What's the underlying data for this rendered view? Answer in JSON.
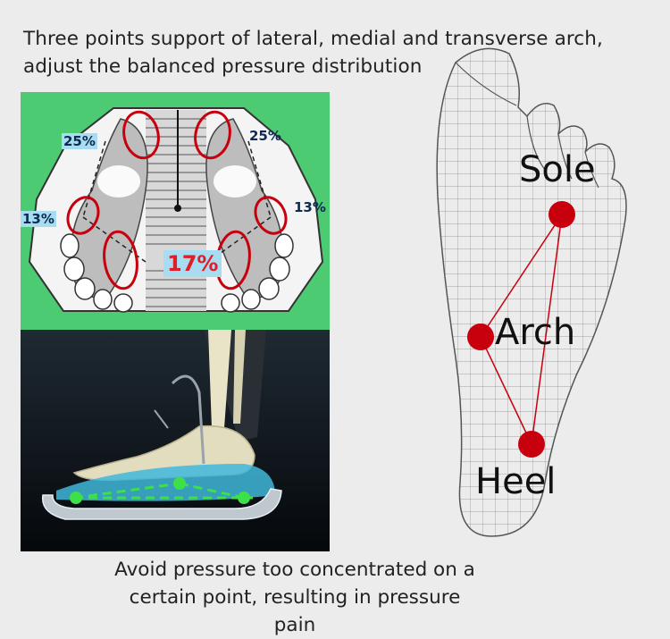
{
  "headline": {
    "line1": "Three points support of lateral, medial and transverse arch,",
    "line2": "adjust the balanced pressure distribution"
  },
  "pressure_map": {
    "left_toe_percent": "25%",
    "right_toe_percent": "25%",
    "left_side_percent": "13%",
    "right_side_percent": "13%",
    "center_percent": "17%"
  },
  "foot_diagram": {
    "sole_label": "Sole",
    "arch_label": "Arch",
    "heel_label": "Heel",
    "marker_color": "#c8000d"
  },
  "caption": {
    "line1": "Avoid pressure too concentrated on a",
    "line2": "certain point, resulting in pressure pain"
  },
  "colors": {
    "background": "#ececec",
    "pressure_panel_bg": "#4ccb72",
    "highlight_red": "#c8000d",
    "support_green": "#3ee04a"
  }
}
